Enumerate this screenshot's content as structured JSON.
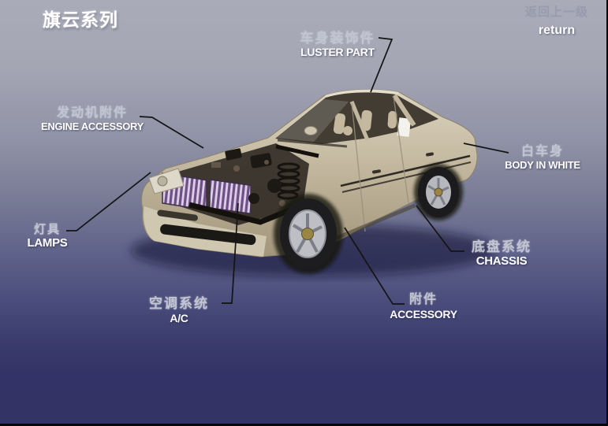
{
  "header": {
    "title": "旗云系列",
    "back_zh": "返回上一级",
    "back_en": "return"
  },
  "callouts": {
    "luster": {
      "zh": "车身装饰件",
      "en": "LUSTER PART"
    },
    "engine": {
      "zh": "发动机附件",
      "en": "ENGINE ACCESSORY"
    },
    "lamps": {
      "zh": "灯具",
      "en": "LAMPS"
    },
    "body_in_white": {
      "zh": "白车身",
      "en": "BODY IN WHITE"
    },
    "chassis": {
      "zh": "底盘系统",
      "en": "CHASSIS"
    },
    "ac": {
      "zh": "空调系统",
      "en": "A/C"
    },
    "accessory": {
      "zh": "附件",
      "en": "ACCESSORY"
    }
  },
  "colors": {
    "background_top": "#a9abb8",
    "background_bottom": "#333366",
    "callout_line": "#141414",
    "chinese_label": "#c2c5d1",
    "english_label": "#ffffff",
    "car_body": "#c3b89f"
  }
}
